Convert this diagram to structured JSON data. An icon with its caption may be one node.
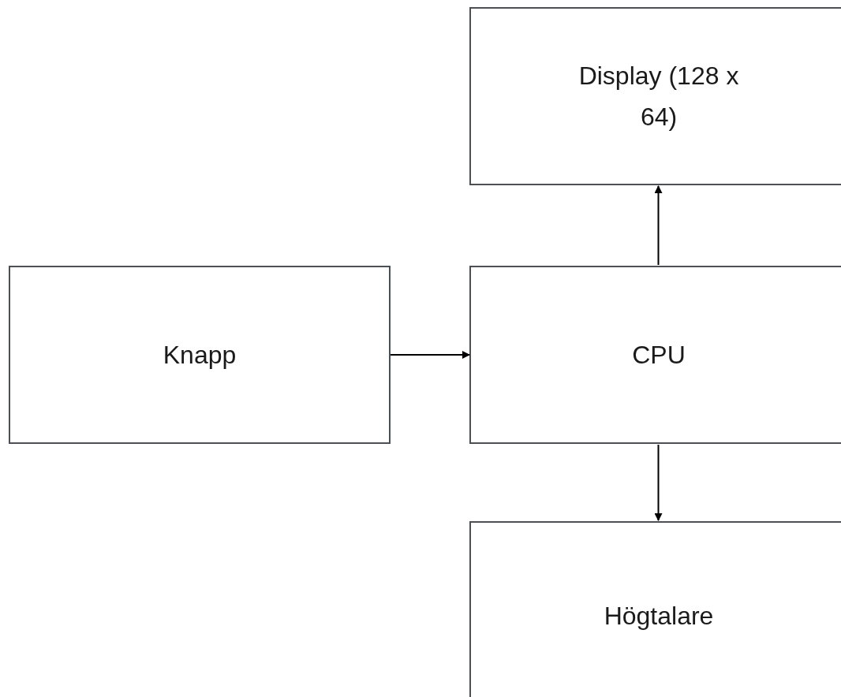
{
  "diagram": {
    "nodes": [
      {
        "text": [
          "Display (128 x 64)"
        ]
      },
      {
        "text": [
          "Knapp"
        ]
      },
      {
        "text": [
          "CPU"
        ]
      },
      {
        "text": [
          "Högtalare"
        ]
      }
    ],
    "edges": [
      {
        "from": 1,
        "to": 2,
        "arrow": "to"
      },
      {
        "from": 2,
        "to": 0,
        "arrow": "to"
      },
      {
        "from": 2,
        "to": 3,
        "arrow": "to"
      }
    ]
  }
}
